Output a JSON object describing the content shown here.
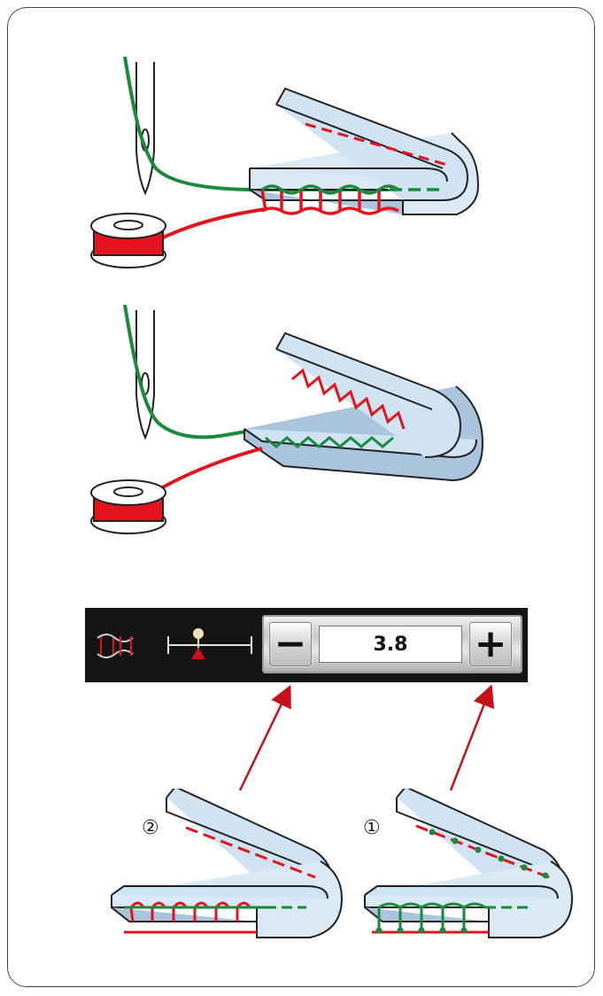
{
  "panel": {
    "stitch_icon": "overlock-stitch-icon",
    "balance_icon": "thread-tension-balance-icon",
    "minus_label": "−",
    "plus_label": "+",
    "value": "3.8"
  },
  "markers": {
    "left": "②",
    "right": "①"
  },
  "colors": {
    "needle_thread": "#1a8a3c",
    "bobbin_thread": "#e3141e",
    "fabric_fill": "#cfe3f3",
    "fabric_edge": "#d9e9f6",
    "panel_bg": "#141414"
  }
}
